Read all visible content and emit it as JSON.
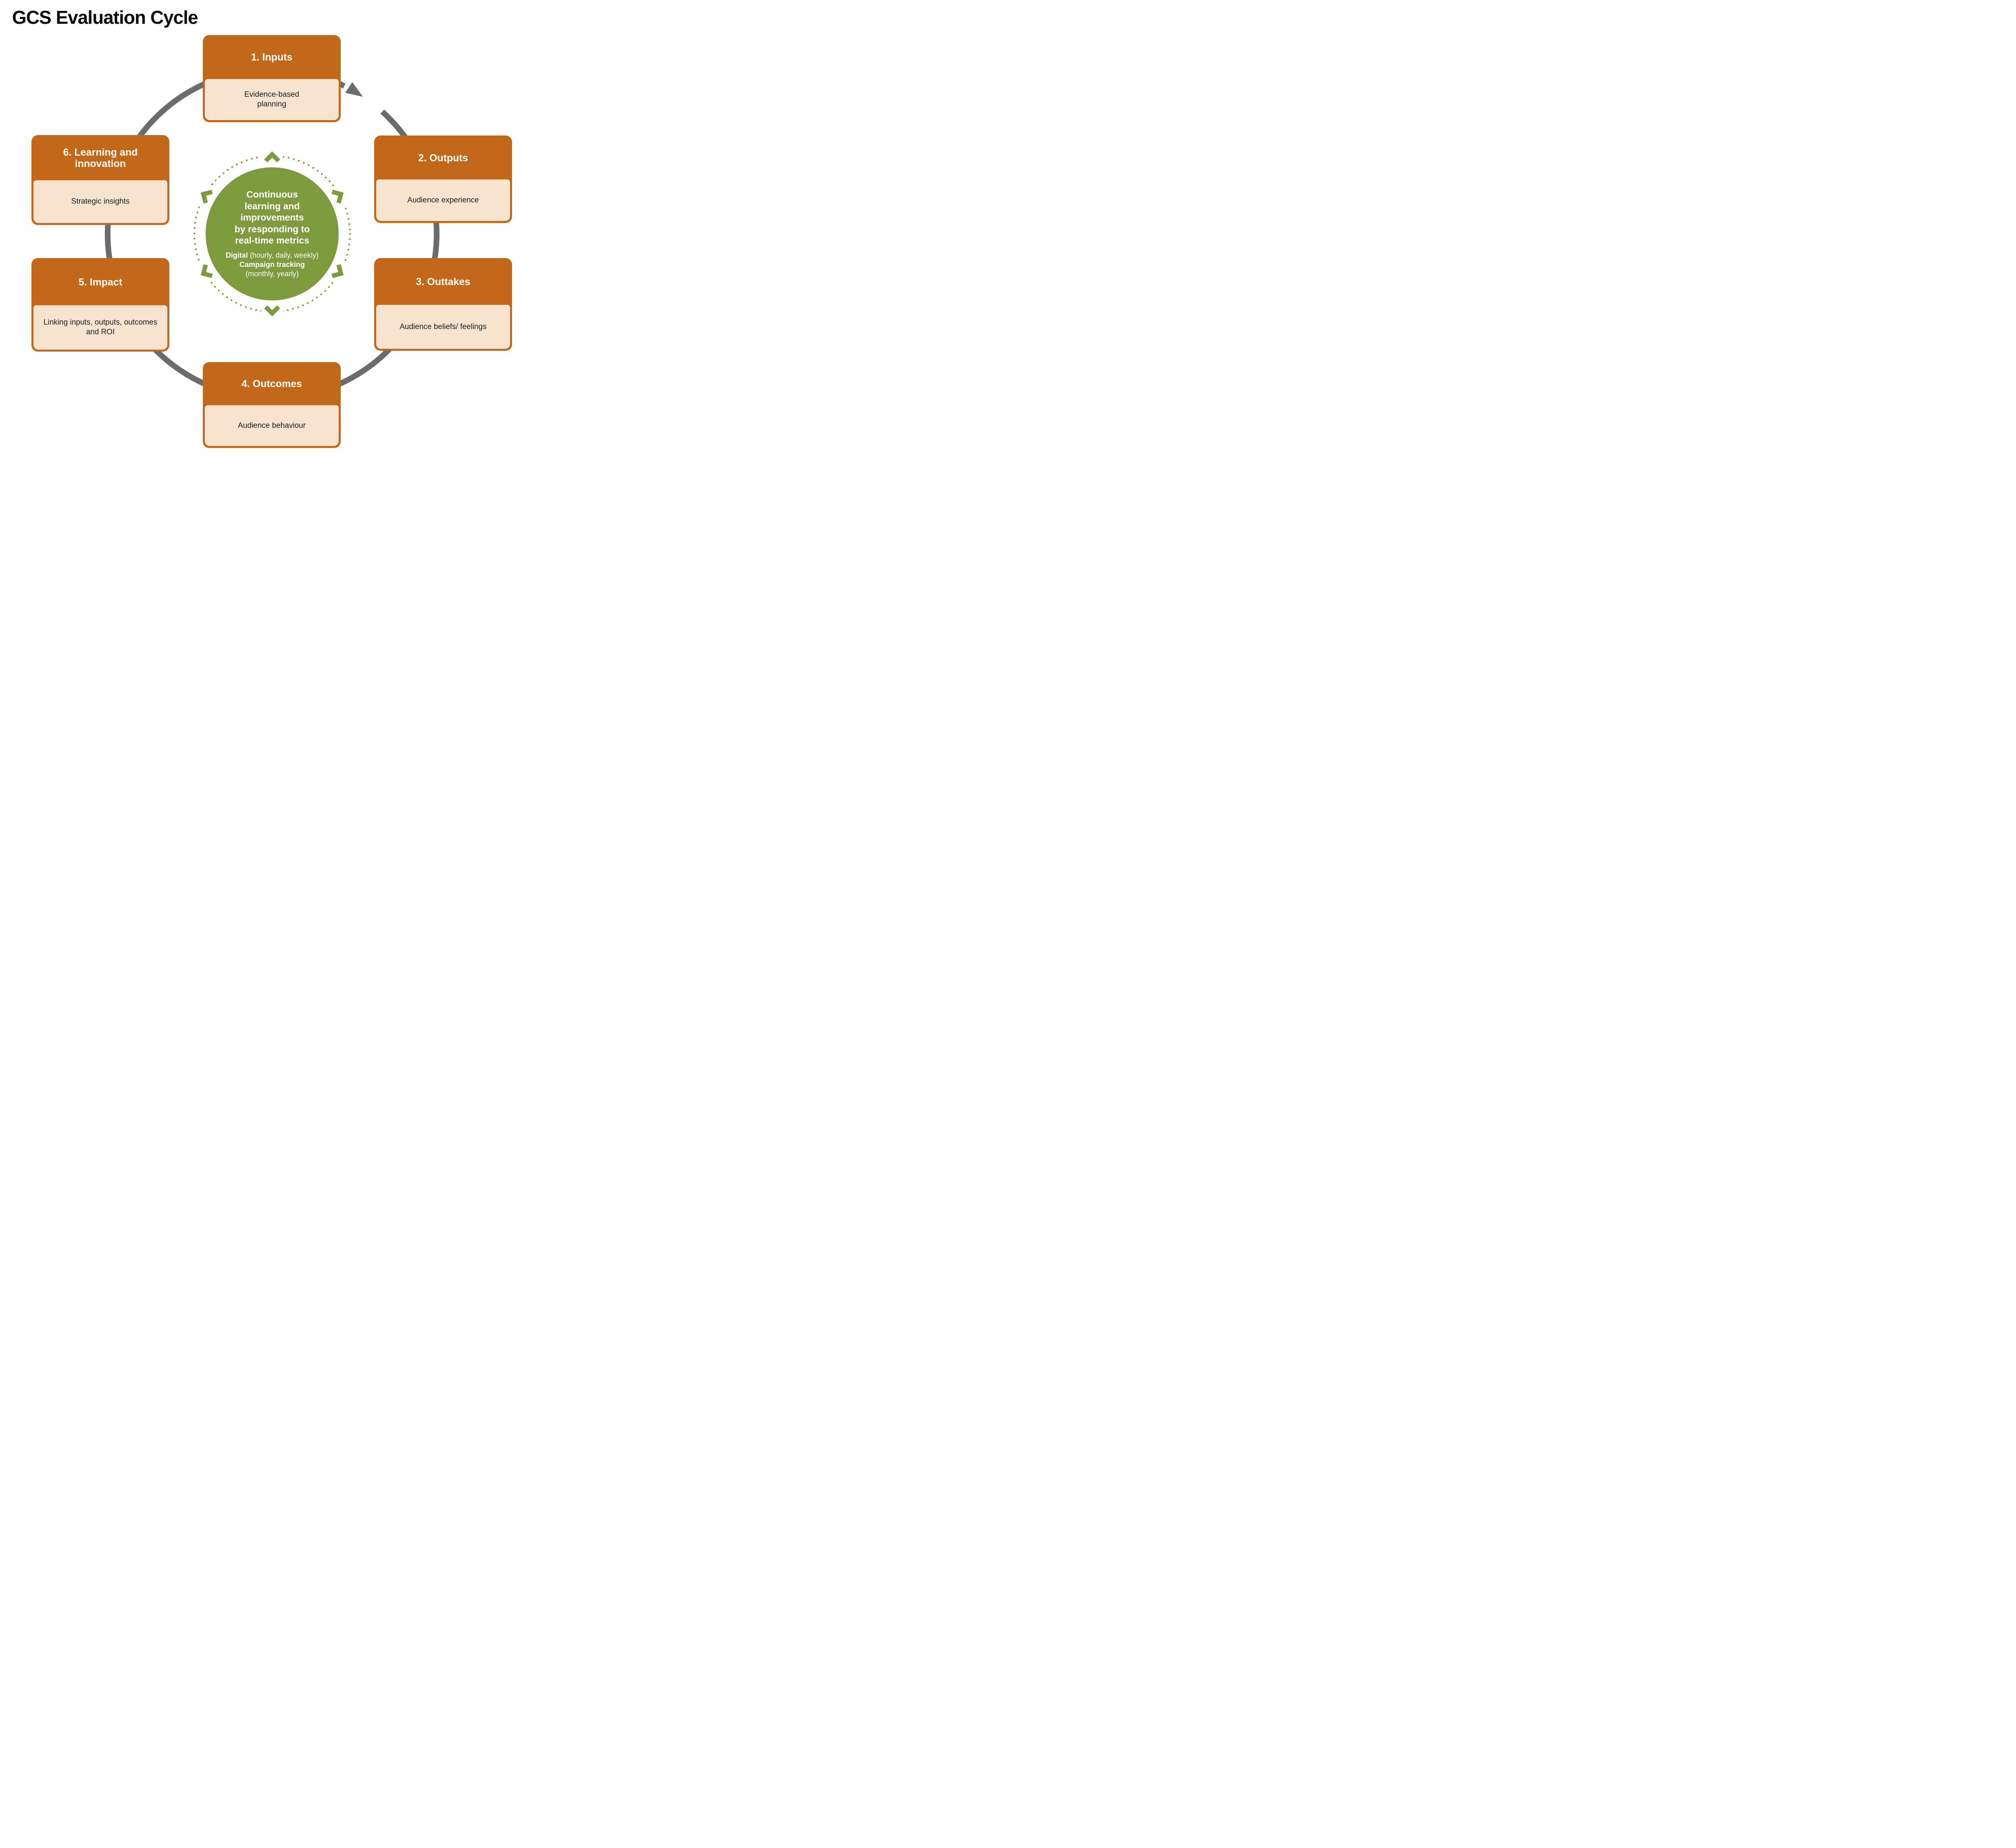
{
  "title": "GCS Evaluation Cycle",
  "colors": {
    "stage_orange": "#c2681b",
    "panel_cream": "#f6e4d1",
    "cycle_gray": "#6c6c6c",
    "center_green": "#7d9b3e",
    "title_black": "#0a0a0a",
    "stage_title_white": "#ffffff"
  },
  "icons": {
    "cycle_arrowhead": "clockwise-arrowhead-triangle",
    "ring_chevron": "outward-chevron",
    "ring_style": "dotted-circle"
  },
  "boxes": [
    {
      "title": "1. Inputs",
      "body": "Evidence-based planning"
    },
    {
      "title": "2. Outputs",
      "body": "Audience experience"
    },
    {
      "title": "3. Outtakes",
      "body": "Audience beliefs/ feelings"
    },
    {
      "title": "4. Outcomes",
      "body": "Audience behaviour"
    },
    {
      "title": "5. Impact",
      "body": "Linking inputs, outputs, outcomes and ROI"
    },
    {
      "title": "6. Learning and innovation",
      "body": "Strategic insights"
    }
  ],
  "center": {
    "heading_lines": [
      "Continuous",
      "learning and",
      "improvements",
      "by responding to",
      "real-time metrics"
    ],
    "digital_bold": "Digital",
    "digital_rest": " (hourly, daily, weekly)",
    "tracking_bold": "Campaign tracking",
    "tracking_rest": "(monthly, yearly)"
  }
}
